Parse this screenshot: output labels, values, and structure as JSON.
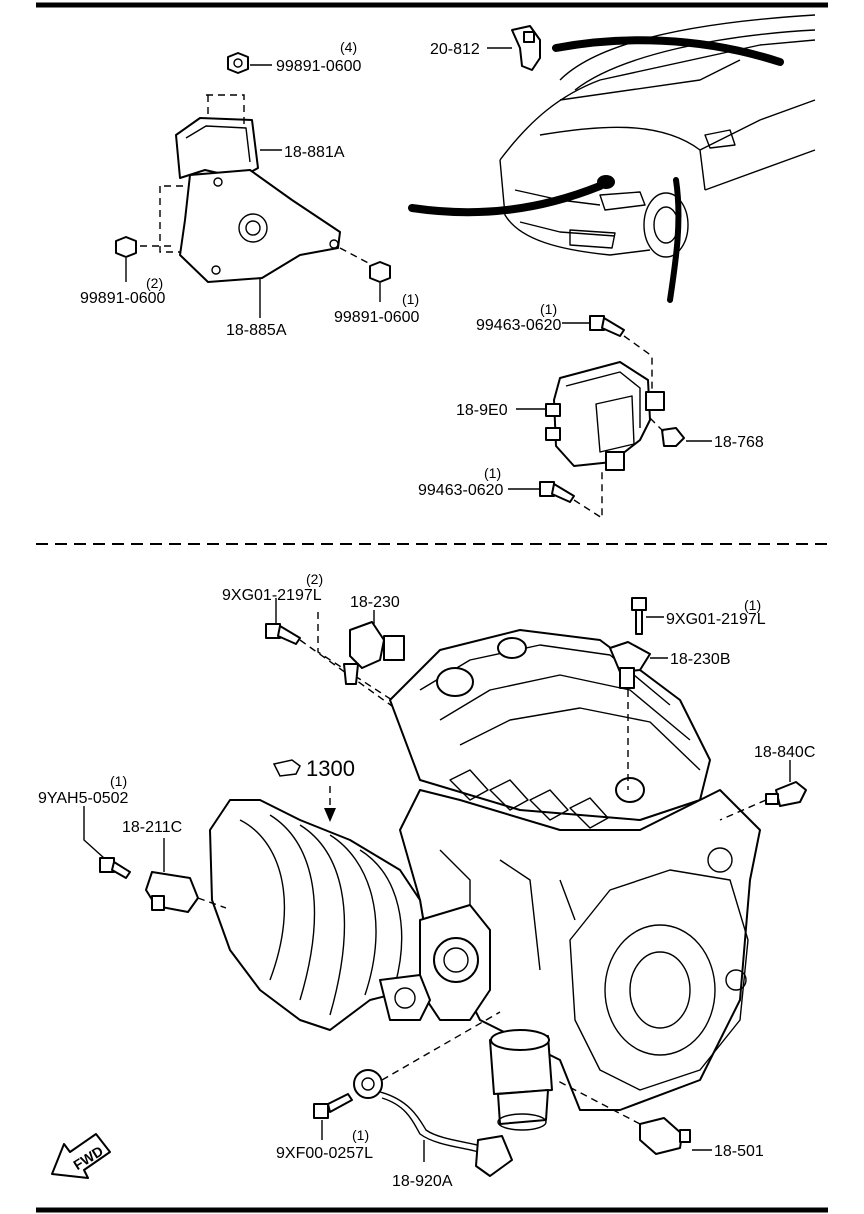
{
  "labels": {
    "part_20_812": "20-812",
    "bolt_99891_0600_top": "99891-0600",
    "qty_top": "(4)",
    "cover_18_881A": "18-881A",
    "bolt_99891_0600_left": "99891-0600",
    "qty_left": "(2)",
    "bracket_18_885A": "18-885A",
    "bolt_99891_0600_right": "99891-0600",
    "qty_right": "(1)",
    "bolt_99463_0620_top": "99463-0620",
    "qty_99463_top": "(1)",
    "module_18_9E0": "18-9E0",
    "nut_18_768": "18-768",
    "bolt_99463_0620_bottom": "99463-0620",
    "qty_99463_bottom": "(1)",
    "bolt_9XG01_2197L_left": "9XG01-2197L",
    "qty_9XG01_left": "(2)",
    "sensor_18_230": "18-230",
    "bolt_9XG01_2197L_right": "9XG01-2197L",
    "qty_9XG01_right": "(1)",
    "sensor_18_230B": "18-230B",
    "sensor_18_840C": "18-840C",
    "ref_1300": "1300",
    "bolt_9YAH5_0502": "9YAH5-0502",
    "qty_9YAH5": "(1)",
    "sensor_18_211C": "18-211C",
    "bolt_9XF00_0257L": "9XF00-0257L",
    "qty_9XF00": "(1)",
    "sensor_18_920A": "18-920A",
    "switch_18_501": "18-501",
    "fwd": "FWD"
  }
}
